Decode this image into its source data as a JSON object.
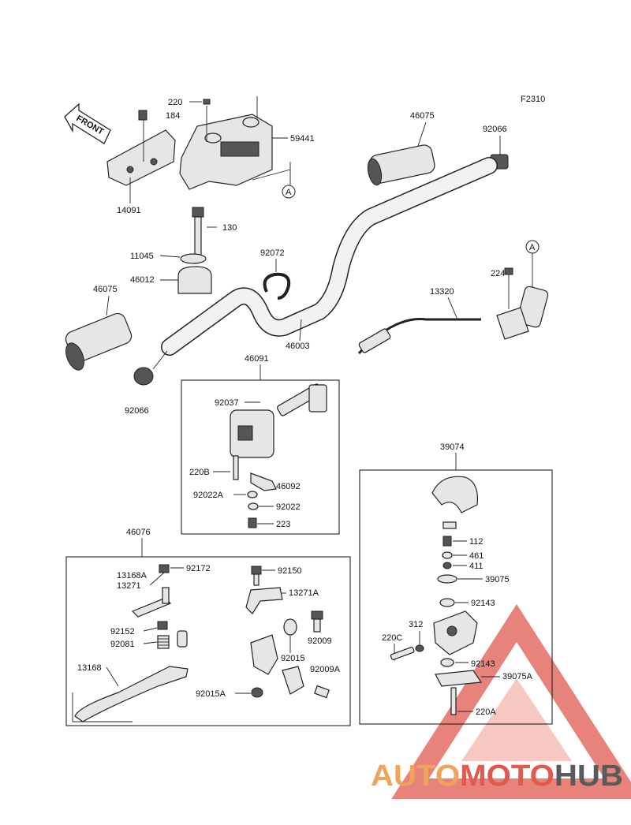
{
  "figure_code": "F2310",
  "front_arrow": "FRONT",
  "ref_marker": "A",
  "labels": {
    "l220": "220",
    "l184": "184",
    "l14091": "14091",
    "l59441": "59441",
    "l46075a": "46075",
    "l92066a": "92066",
    "l130": "130",
    "l11045": "11045",
    "l46012": "46012",
    "l92072": "92072",
    "l46075b": "46075",
    "l224": "224",
    "l13320": "13320",
    "l46003": "46003",
    "l92066b": "92066",
    "l46091": "46091",
    "l92037": "92037",
    "l220b": "220B",
    "l46092": "46092",
    "l92022a": "92022A",
    "l92022": "92022",
    "l223": "223",
    "l39074": "39074",
    "l112": "112",
    "l461": "461",
    "l411": "411",
    "l39075": "39075",
    "l92143a": "92143",
    "l312": "312",
    "l220c": "220C",
    "l92143b": "92143",
    "l39075a": "39075A",
    "l220a": "220A",
    "l46076": "46076",
    "l13168a": "13168A",
    "l13271": "13271",
    "l92172": "92172",
    "l92150": "92150",
    "l13271a": "13271A",
    "l92152": "92152",
    "l92081": "92081",
    "l92009": "92009",
    "l92015": "92015",
    "l92009a": "92009A",
    "l13168": "13168",
    "l92015a": "92015A"
  },
  "watermark": {
    "part1": "AUTO",
    "part2": "MOTO",
    "part3": "HUB"
  },
  "colors": {
    "watermark_orange": "#f0a35a",
    "watermark_red": "#e05a4f",
    "watermark_gray": "#5a5a5a",
    "line": "#222222"
  }
}
